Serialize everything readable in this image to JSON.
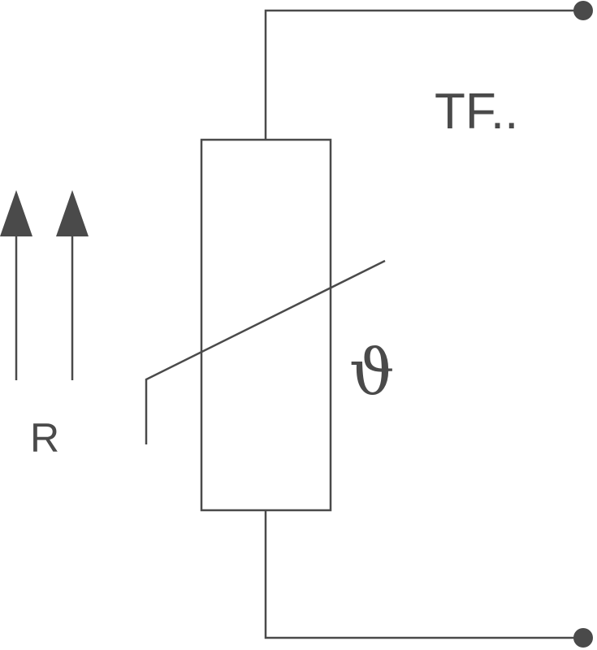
{
  "labels": {
    "device_code": "TF..",
    "temperature_symbol": "ϑ",
    "resistance_symbol": "R"
  },
  "colors": {
    "line": "#4a4a4a",
    "background": "#ffffff"
  },
  "icons": {
    "terminals": "terminal-dot",
    "arrows": "arrow-up-icon"
  }
}
